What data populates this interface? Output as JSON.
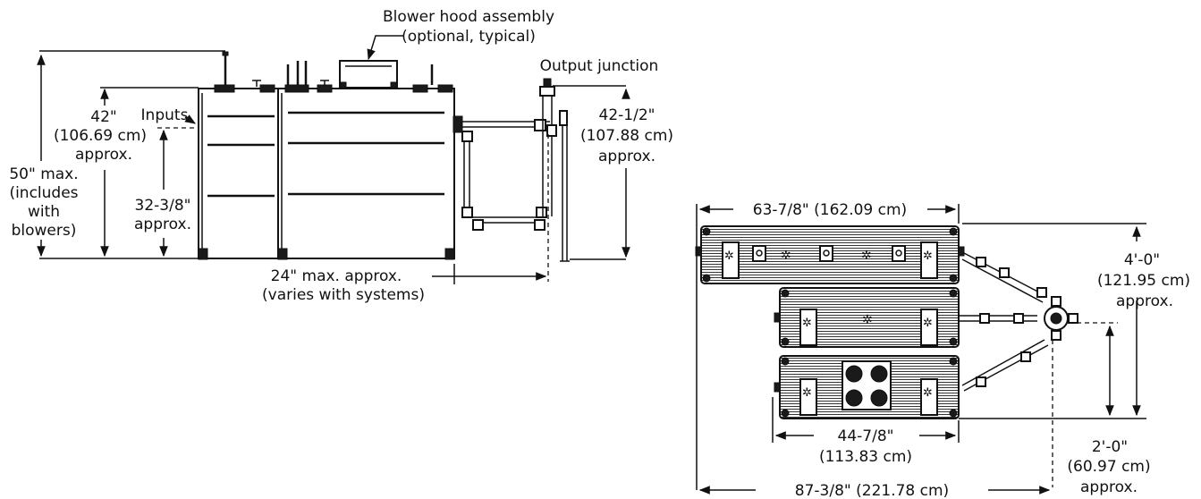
{
  "side_view": {
    "blower_hood_line1": "Blower hood assembly",
    "blower_hood_line2": "(optional, typical)",
    "output_junction": "Output junction",
    "inputs": "Inputs",
    "dim_42_line1": "42\"",
    "dim_42_line2": "(106.69 cm)",
    "dim_42_line3": "approx.",
    "dim_50_line1": "50\" max.",
    "dim_50_line2": "(includes",
    "dim_50_line3": "with",
    "dim_50_line4": "blowers)",
    "dim_32_line1": "32-3/8\"",
    "dim_32_line2": "approx.",
    "dim_42h_line1": "42-1/2\"",
    "dim_42h_line2": "(107.88 cm)",
    "dim_42h_line3": "approx.",
    "dim_24_line1": "24\" max. approx.",
    "dim_24_line2": "(varies with systems)"
  },
  "top_view": {
    "dim_63": "63-7/8\" (162.09 cm)",
    "dim_4ft_line1": "4'-0\"",
    "dim_4ft_line2": "(121.95 cm)",
    "dim_4ft_line3": "approx.",
    "dim_44_line1": "44-7/8\"",
    "dim_44_line2": "(113.83 cm)",
    "dim_2ft_line1": "2'-0\"",
    "dim_2ft_line2": "(60.97 cm)",
    "dim_2ft_line3": "approx.",
    "dim_87": "87-3/8\" (221.78 cm)"
  }
}
